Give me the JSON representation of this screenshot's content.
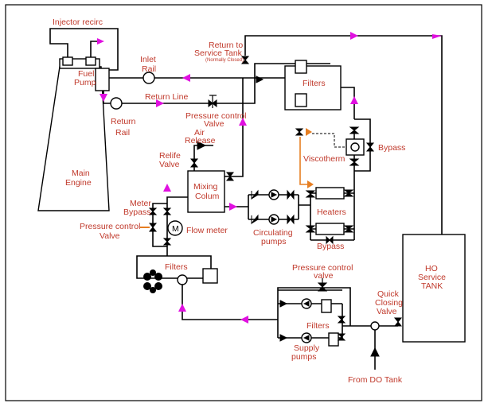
{
  "labels": {
    "injector_recirc": "Injector recirc",
    "fuel_pump_1": "Fuel",
    "fuel_pump_2": "Pump",
    "inlet_rail_1": "Inlet",
    "inlet_rail_2": "Rail",
    "return_rail_1": "Return",
    "return_rail_2": "Rail",
    "return_line": "Return Line",
    "return_to_service_1": "Return to",
    "return_to_service_2": "Service Tank",
    "normally_closed": "(Normally Closed)",
    "filters_top": "Filters",
    "pcv_top_1": "Pressure control",
    "pcv_top_2": "Valve",
    "air_release_1": "Air",
    "air_release_2": "Release",
    "relife_valve_1": "Relife",
    "relife_valve_2": "Valve",
    "mixing_colum_1": "Mixing",
    "mixing_colum_2": "Colum",
    "viscotherm": "Viscotherm",
    "bypass_right": "Bypass",
    "main_engine_1": "Main",
    "main_engine_2": "Engine",
    "meter_bypass_1": "Meter",
    "meter_bypass_2": "Bypass",
    "pcv_left_1": "Pressure control",
    "pcv_left_2": "Valve",
    "flow_meter": "Flow meter",
    "meter_symbol": "M",
    "circulating_pumps_1": "Circulating",
    "circulating_pumps_2": "pumps",
    "heaters": "Heaters",
    "bypass_heaters": "Bypass",
    "filters_bottom": "Filters",
    "pcv_bottom_1": "Pressure control",
    "pcv_bottom_2": "valve",
    "quick_closing_1": "Quick",
    "quick_closing_2": "Closing",
    "quick_closing_3": "Valve",
    "filters_supply": "Filters",
    "supply_pumps_1": "Supply",
    "supply_pumps_2": "pumps",
    "ho_tank_1": "HO",
    "ho_tank_2": "Service",
    "ho_tank_3": "TANK",
    "from_do_tank": "From DO Tank"
  },
  "colors": {
    "label": "#c0392b",
    "flow_arrow": "#e010e0",
    "line": "#000000"
  }
}
